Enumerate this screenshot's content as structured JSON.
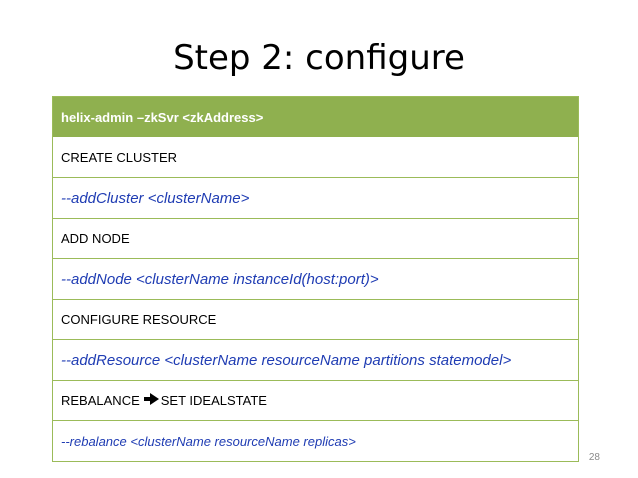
{
  "slide": {
    "title": "Step 2: configure",
    "page_number": "28",
    "header_color": "#8fb04f",
    "command_color": "#1f3cb3"
  },
  "table": {
    "header": "helix-admin –zkSvr <zkAddress>",
    "rows": [
      {
        "kind": "label",
        "text": "CREATE CLUSTER"
      },
      {
        "kind": "cmd",
        "text": "--addCluster <clusterName>"
      },
      {
        "kind": "label",
        "text": "ADD NODE"
      },
      {
        "kind": "cmd",
        "text": "--addNode <clusterName instanceId(host:port)>"
      },
      {
        "kind": "label",
        "text": "CONFIGURE RESOURCE"
      },
      {
        "kind": "cmd",
        "text": "--addResource <clusterName resourceName partitions statemodel>"
      },
      {
        "kind": "label-arrow",
        "text_before": "REBALANCE",
        "text_after": "SET IDEALSTATE",
        "icon": "arrow-right-icon"
      },
      {
        "kind": "cmd-small",
        "text": "--rebalance <clusterName resourceName replicas>"
      }
    ]
  }
}
